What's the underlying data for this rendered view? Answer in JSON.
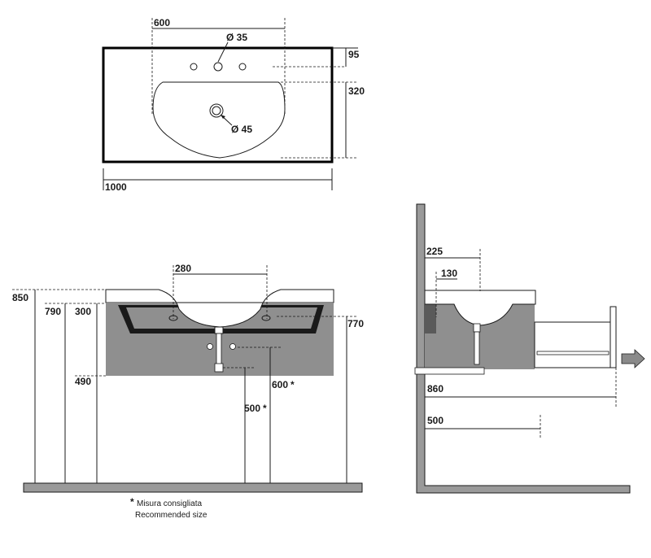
{
  "top_view": {
    "width_600": "600",
    "hole_diameter": "Ø 35",
    "offset_95": "95",
    "depth_320": "320",
    "drain_diameter": "Ø 45",
    "width_1000": "1000"
  },
  "front_view": {
    "width_280": "280",
    "height_850": "850",
    "height_790": "790",
    "height_300": "300",
    "height_770": "770",
    "height_490": "490",
    "height_600": "600",
    "height_500": "500",
    "star": "*",
    "footnote_it": "Misura consigliata",
    "footnote_en": "Recommended size"
  },
  "side_view": {
    "depth_225": "225",
    "depth_130": "130",
    "depth_860": "860",
    "depth_500": "500"
  },
  "colors": {
    "line": "#1a1a1a",
    "cabinet_fill": "#8f8f8f",
    "floor_wall_fill": "#9a9a9a"
  }
}
